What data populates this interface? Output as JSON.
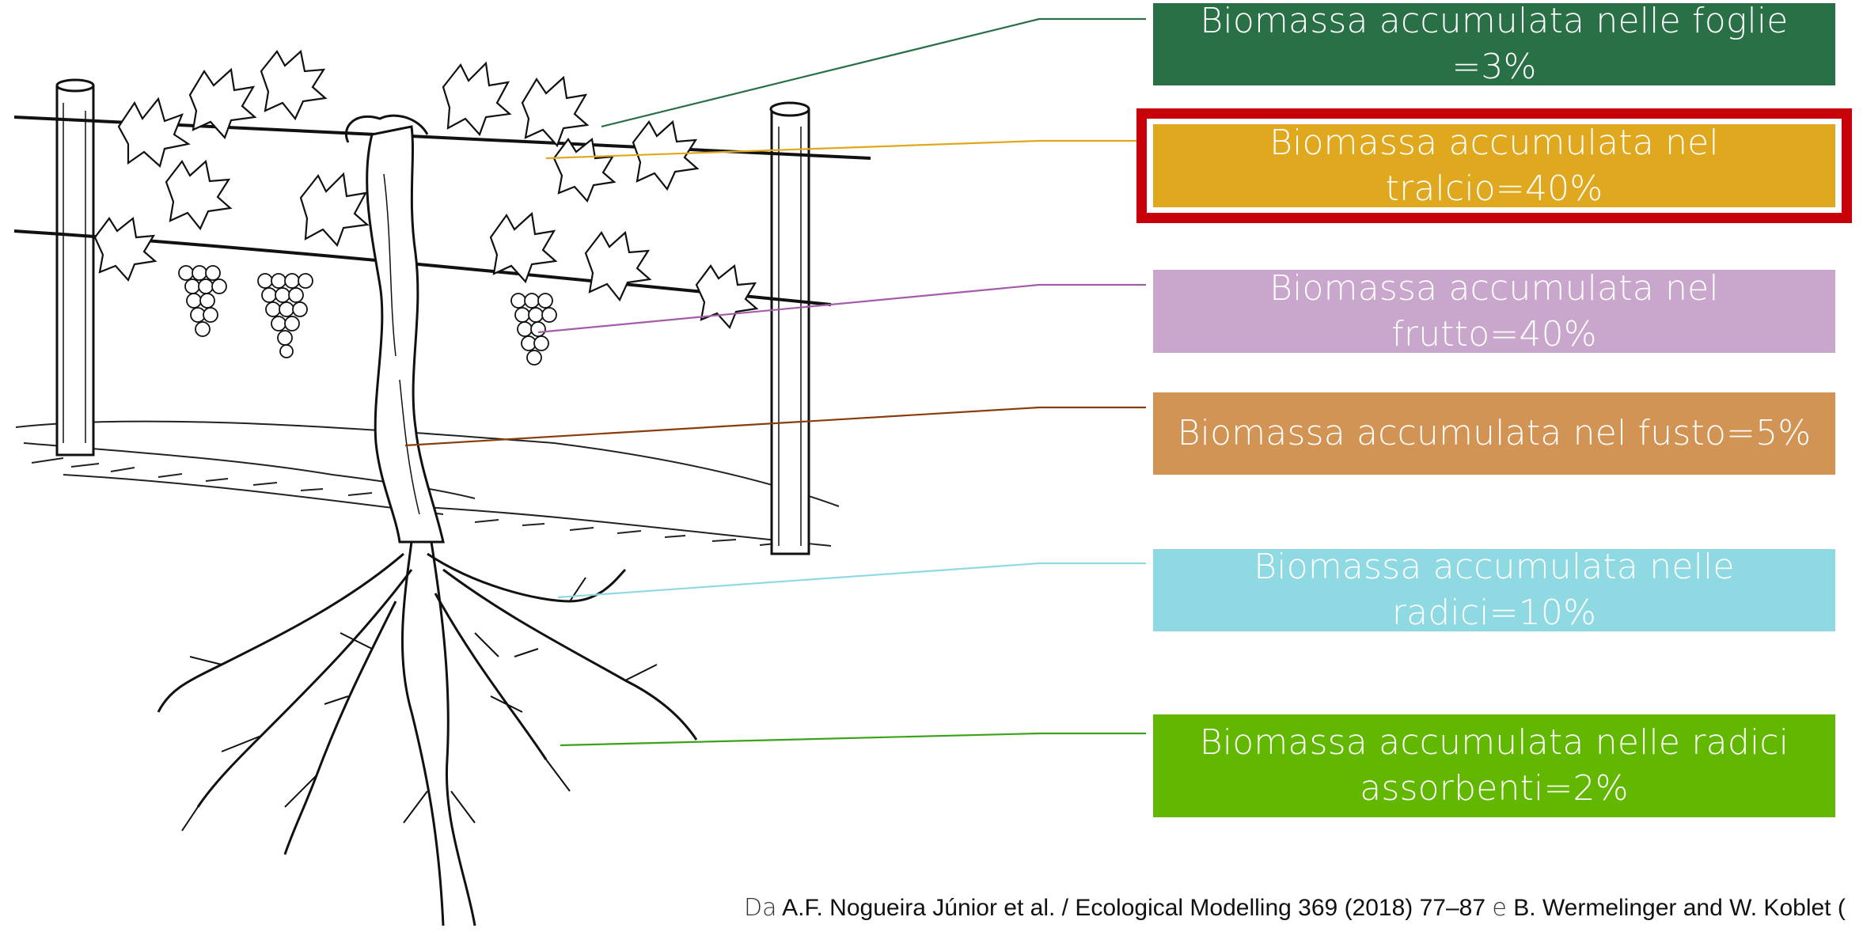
{
  "labels": {
    "foglie": "Biomassa accumulata nelle foglie =3%",
    "tralcio": "Biomassa accumulata nel tralcio=40%",
    "frutto": "Biomassa accumulata nel frutto=40%",
    "fusto": "Biomassa accumulata nel fusto=5%",
    "radici": "Biomassa accumulata nelle radici=10%",
    "assorbenti": "Biomassa accumulata nelle radici assorbenti=2%"
  },
  "source": {
    "da": "Da",
    "ref1": "A.F. Nogueira Júnior et al. / Ecological Modelling 369 (2018) 77–87",
    "e": "e",
    "ref2": "B. Wermelinger and W. Koblet ("
  },
  "colors": {
    "foglie": "#2a7047",
    "tralcio": "#dfa81e",
    "frutto": "#c9a6cb",
    "fusto": "#d29454",
    "radici": "#8fd9e3",
    "assorbenti": "#62b800",
    "highlight": "#c8000a"
  },
  "illustration": "grapevine-drawing"
}
